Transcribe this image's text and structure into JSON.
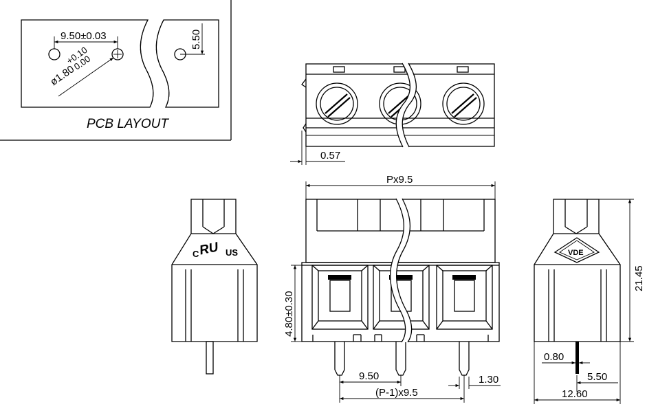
{
  "pcb_layout": {
    "title": "PCB LAYOUT",
    "pitch_label": "9.50±0.03",
    "hole_label": "ø1.80",
    "hole_tol_upper": "+0.10",
    "hole_tol_lower": "0.00",
    "offset_label": "5.50"
  },
  "top_view": {
    "offset_label": "0.57"
  },
  "front_view": {
    "width_label": "Px9.5",
    "height_label": "4.80±0.30",
    "pitch_label": "9.50",
    "pin_label": "1.30",
    "span_label": "(P-1)x9.5"
  },
  "side_view_left": {
    "cert_left": "C",
    "cert_mark": "RU",
    "cert_right": "US"
  },
  "side_view_right": {
    "badge": "VDE",
    "height_label": "21.45",
    "pin_label": "0.80",
    "offset_label": "5.50",
    "depth_label": "12.60"
  }
}
